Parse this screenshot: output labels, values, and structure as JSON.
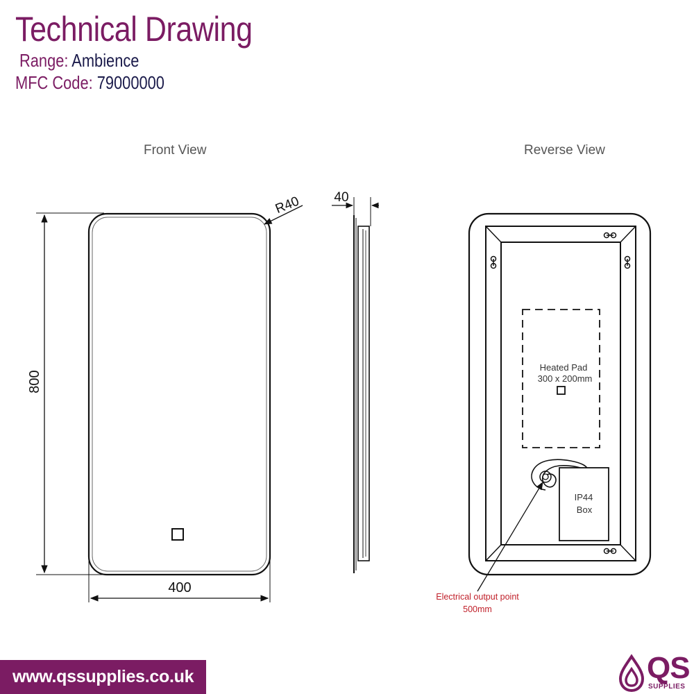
{
  "header": {
    "title": "Technical Drawing",
    "range_label": "Range:",
    "range_value": "Ambience",
    "mfc_label": "MFC Code:",
    "mfc_value": "79000000"
  },
  "front_view": {
    "label": "Front View",
    "height_dim": "800",
    "width_dim": "400",
    "radius_dim": "R40"
  },
  "side_view": {
    "depth_dim": "40"
  },
  "reverse_view": {
    "label": "Reverse View",
    "heated_pad_line1": "Heated Pad",
    "heated_pad_line2": "300 x 200mm",
    "ip_box_line1": "IP44",
    "ip_box_line2": "Box",
    "electrical_line1": "Electrical output point",
    "electrical_line2": "500mm"
  },
  "footer": {
    "url": "www.qssupplies.co.uk",
    "logo_text": "QS",
    "logo_sub": "SUPPLIES"
  },
  "colors": {
    "brand": "#7b1c63",
    "annotation_red": "#c0202a",
    "line": "#111111"
  }
}
